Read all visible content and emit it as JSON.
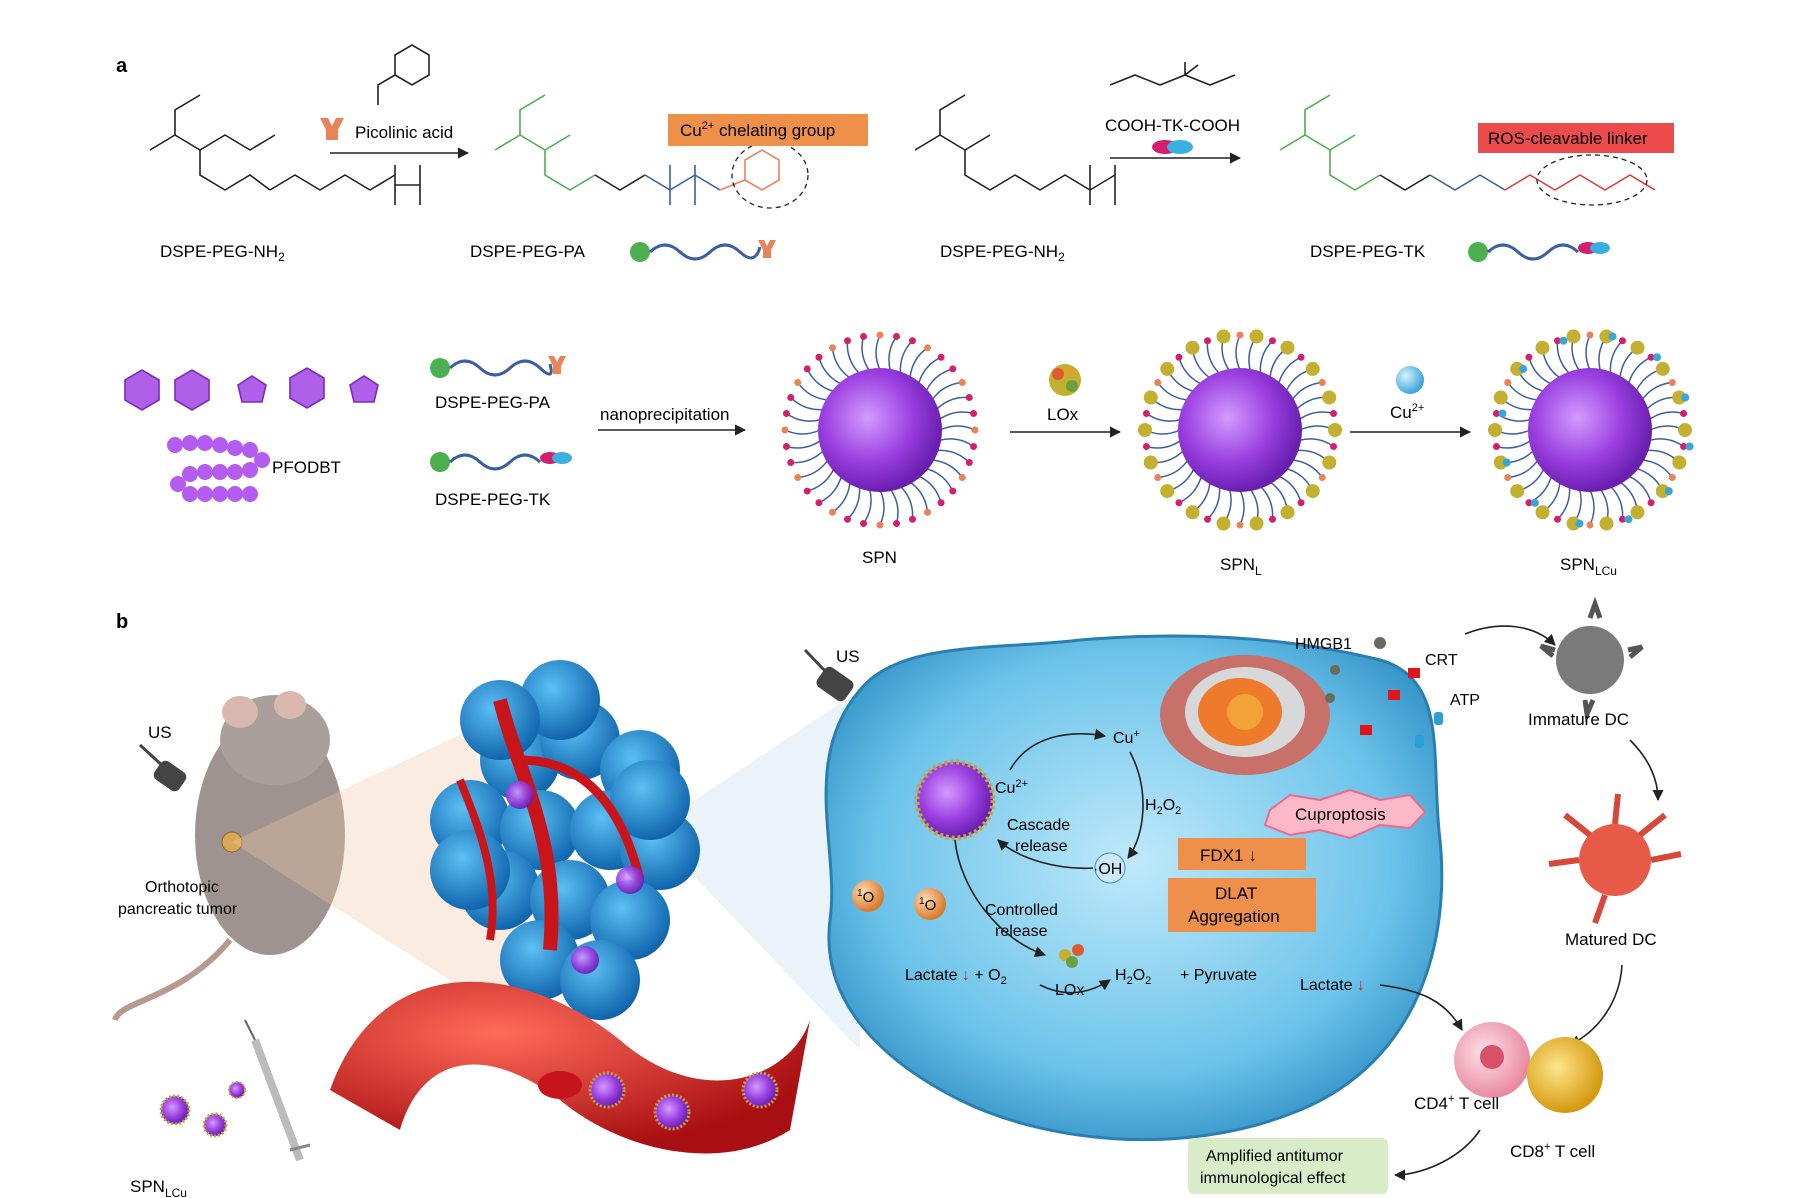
{
  "panels": {
    "a": "a",
    "b": "b"
  },
  "row1": {
    "mol_left": "DSPE-PEG-NH",
    "mol_left_sub": "2",
    "reagent1_label": "Picolinic acid",
    "product1": "DSPE-PEG-PA",
    "badge1": "Cu",
    "badge1_sup": "2+",
    "badge1_rest": " chelating group",
    "mol_right": "DSPE-PEG-NH",
    "mol_right_sub": "2",
    "reagent2_label": "COOH-TK-COOH",
    "product2": "DSPE-PEG-TK",
    "badge2": "ROS-cleavable linker"
  },
  "row2": {
    "polymer": "PFODBT",
    "pa": "DSPE-PEG-PA",
    "tk": "DSPE-PEG-TK",
    "step1": "nanoprecipitation",
    "step2": "LOx",
    "step3": "Cu",
    "step3_sup": "2+",
    "np1": "SPN",
    "np2": "SPN",
    "np2_sub": "L",
    "np3": "SPN",
    "np3_sub": "LCu"
  },
  "panel_b": {
    "us_mouse": "US",
    "tumor_label_1": "Orthotopic",
    "tumor_label_2": "pancreatic tumor",
    "spn_inject": "SPN",
    "spn_inject_sub": "LCu",
    "us_cell": "US",
    "cu2": "Cu",
    "cu2_sup": "2+",
    "cu1": "Cu",
    "cu1_sup": "+",
    "h2o2": "H",
    "cascade_1": "Cascade",
    "cascade_2": "release",
    "oh": "·OH",
    "o2_singlet": "O",
    "controlled_1": "Controlled",
    "controlled_2": "release",
    "lactate_eq": "Lactate",
    "o2": "+ O",
    "lox": "LOx",
    "pyruvate": "+ Pyruvate",
    "fdx1": "FDX1",
    "dlat_1": "DLAT",
    "dlat_2": "Aggregation",
    "cuproptosis": "Cuproptosis",
    "hmgb1": "HMGB1",
    "crt": "CRT",
    "atp": "ATP",
    "lactate_out": "Lactate",
    "immature_dc": "Immature DC",
    "matured_dc": "Matured DC",
    "cd4": "CD4",
    "cd4_sup": "+",
    "cd4_rest": " T cell",
    "cd8": "CD8",
    "cd8_sup": "+",
    "cd8_rest": " T cell",
    "amplified_1": "Amplified antitumor",
    "amplified_2": "immunological effect"
  },
  "colors": {
    "green_lipid": "#4caf50",
    "peg_blue": "#3a5fa0",
    "orange_pa": "#e8845a",
    "red_badge": "#ec4b4b",
    "purple": "#a44ee0",
    "cell_blue": "#5db7e3",
    "vessel_red": "#d6201f",
    "tumor_blue": "#1e7fc8",
    "box_orange": "#ee8f4a",
    "result_green": "#d8ecc8"
  }
}
